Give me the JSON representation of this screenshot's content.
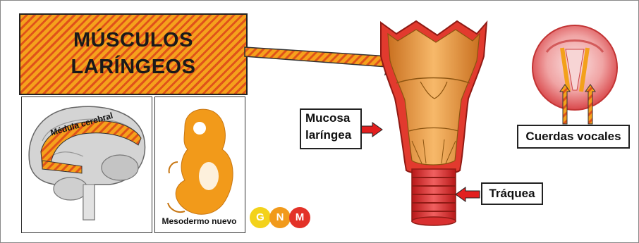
{
  "title": {
    "line1": "MÚSCULOS",
    "line2": "LARÍNGEOS"
  },
  "brain_label": "Médula cerebral",
  "embryo_label": "Mesodermo nuevo",
  "mucosa_label": {
    "line1": "Mucosa",
    "line2": "laríngea"
  },
  "trachea_label": "Tráquea",
  "vocal_label": "Cuerdas vocales",
  "logo": {
    "g": "G",
    "n": "N",
    "m": "M"
  },
  "colors": {
    "orange": "#f5a11c",
    "red": "#e0521a",
    "logo_yellow": "#f3d21b",
    "logo_orange": "#f19a1b",
    "logo_red": "#e33228"
  }
}
